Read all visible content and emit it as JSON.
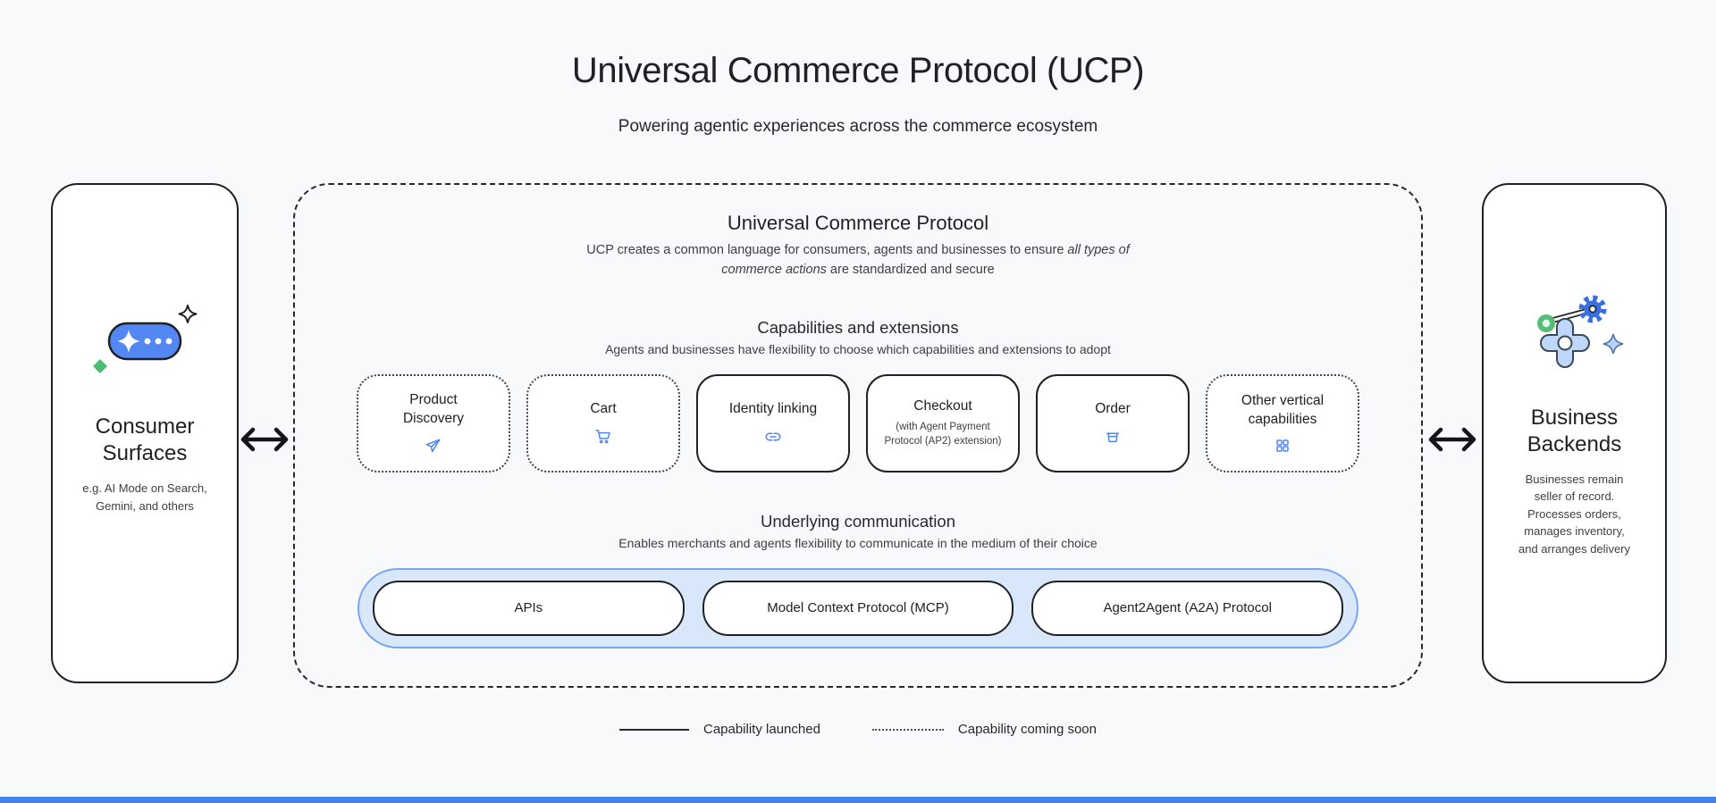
{
  "page": {
    "title": "Universal Commerce Protocol (UCP)",
    "subtitle": "Powering agentic experiences across the commerce ecosystem"
  },
  "consumer_surfaces": {
    "title": "Consumer\nSurfaces",
    "description": "e.g. AI Mode on Search,\nGemini, and others",
    "icon": "ai-chat-pill-icon"
  },
  "business_backends": {
    "title": "Business\nBackends",
    "description": "Businesses remain\nseller of record.\nProcesses orders,\nmanages inventory,\nand arranges delivery",
    "icon": "gears-icon"
  },
  "ucp": {
    "title": "Universal Commerce Protocol",
    "desc_prefix": "UCP creates a common language for consumers, agents and businesses to ensure",
    "desc_italic": " all types of\ncommerce actions",
    "desc_suffix": " are standardized and secure",
    "capabilities_section": {
      "heading": "Capabilities and extensions",
      "subheading": "Agents and businesses have flexibility to choose which capabilities and extensions to adopt",
      "items": [
        {
          "title": "Product\nDiscovery",
          "icon": "send-icon",
          "status": "coming-soon"
        },
        {
          "title": "Cart",
          "icon": "cart-icon",
          "status": "coming-soon"
        },
        {
          "title": "Identity linking",
          "icon": "link-icon",
          "status": "launched"
        },
        {
          "title": "Checkout",
          "subtitle": "(with Agent Payment\nProtocol (AP2) extension)",
          "status": "launched"
        },
        {
          "title": "Order",
          "icon": "order-box-icon",
          "status": "launched"
        },
        {
          "title": "Other vertical\ncapabilities",
          "icon": "grid-icon",
          "status": "coming-soon"
        }
      ]
    },
    "communication_section": {
      "heading": "Underlying communication",
      "subheading": "Enables merchants and agents flexibility to communicate in the medium of their choice",
      "protocols": [
        "APIs",
        "Model Context Protocol (MCP)",
        "Agent2Agent (A2A) Protocol"
      ]
    }
  },
  "legend": {
    "launched": "Capability launched",
    "coming_soon": "Capability coming soon"
  },
  "colors": {
    "background": "#f7f9fa",
    "text_primary": "#202124",
    "text_secondary": "#3c4043",
    "accent_blue": "#4e86f0",
    "pill_blue": "#5387f4",
    "light_blue_fill": "#d9e7fb",
    "light_blue_border": "#7aa7f2",
    "green": "#56bd78",
    "bottom_bar_blue": "#4480f0"
  }
}
